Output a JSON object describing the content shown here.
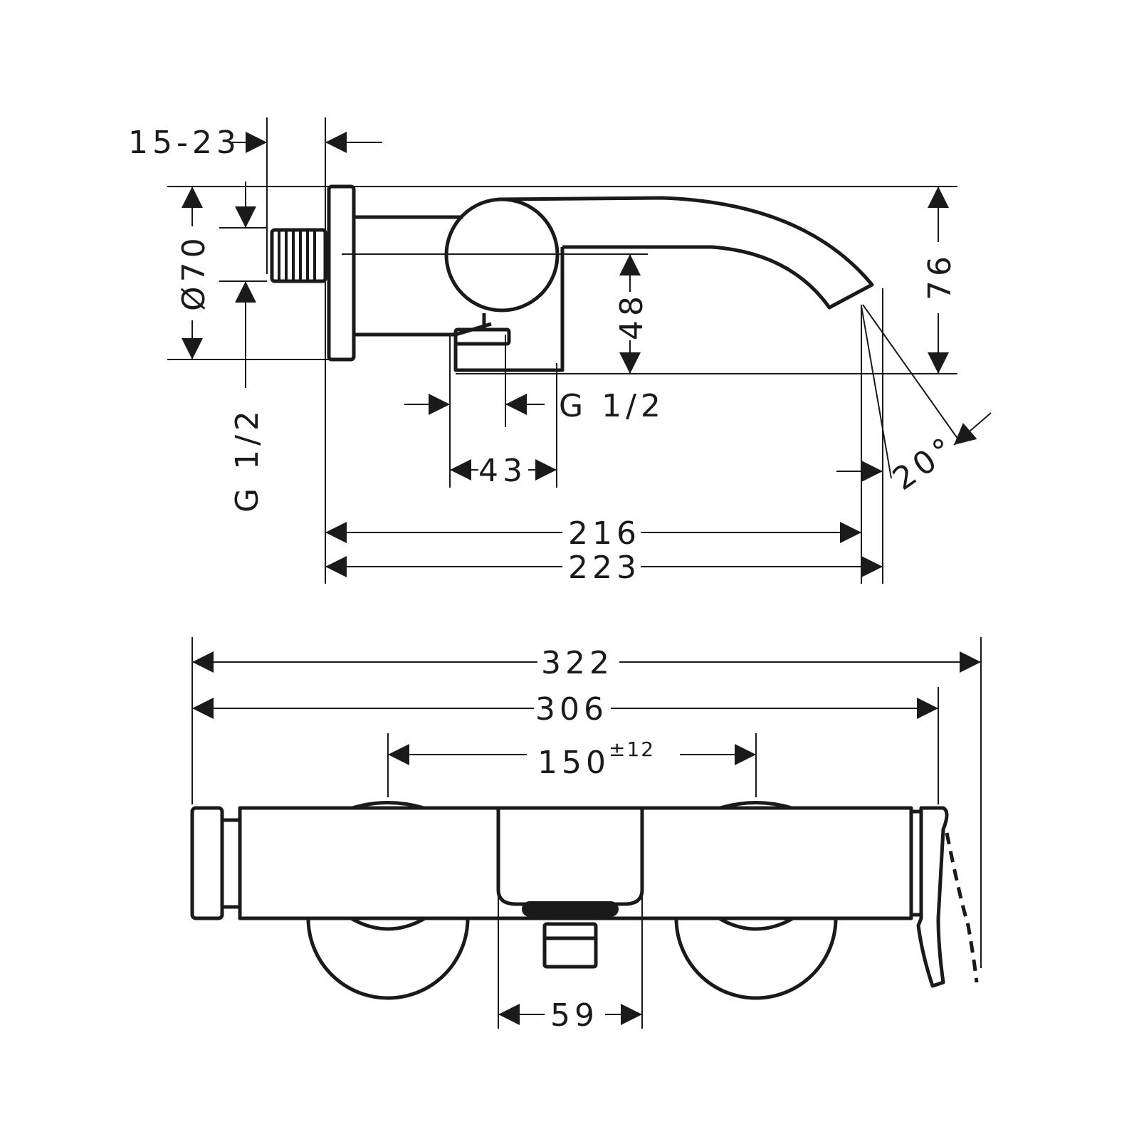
{
  "side_view": {
    "dim_wall_depth": "15-23",
    "dim_rosette_diameter": "Ø70",
    "dim_inlet_thread": "G 1/2",
    "dim_spout_height": "76",
    "dim_outlet_height": "48",
    "dim_outlet_thread": "G 1/2",
    "dim_outlet_width": "43",
    "dim_spout_angle": "20°",
    "dim_projection_short": "216",
    "dim_projection_long": "223"
  },
  "front_view": {
    "dim_overall_width": "322",
    "dim_body_width": "306",
    "dim_centers": "150",
    "dim_centers_tolerance": "±12",
    "dim_outlet_spacing": "59"
  }
}
